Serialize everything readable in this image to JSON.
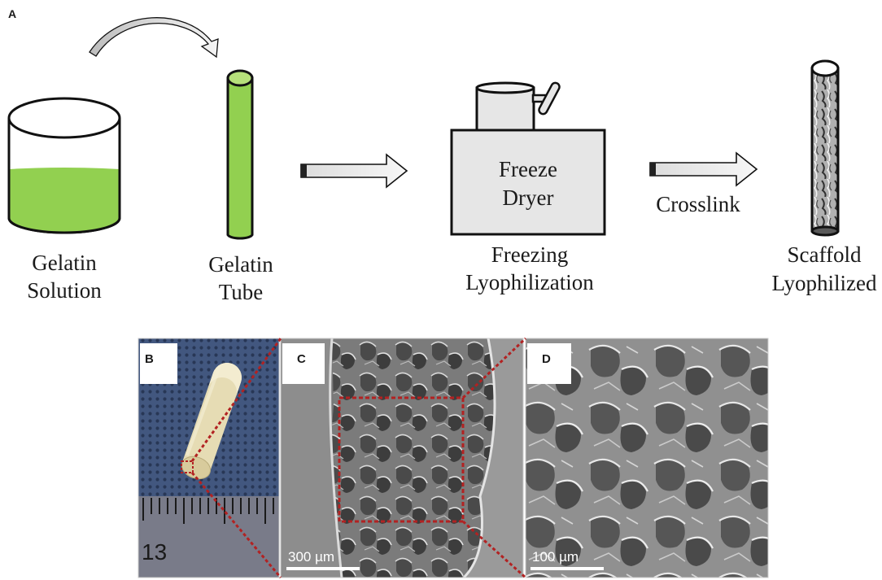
{
  "panel_a": {
    "letter": "A",
    "beaker_label_1": "Gelatin",
    "beaker_label_2": "Solution",
    "tube_label_1": "Gelatin",
    "tube_label_2": "Tube",
    "dryer_text_1": "Freeze",
    "dryer_text_2": "Dryer",
    "dryer_label_1": "Freezing",
    "dryer_label_2": "Lyophilization",
    "crosslink_label": "Crosslink",
    "scaffold_label_1": "Scaffold",
    "scaffold_label_2": "Lyophilized"
  },
  "panel_b": {
    "letter": "B",
    "ruler_number": "13"
  },
  "panel_c": {
    "letter": "C",
    "scale_bar": "300 µm"
  },
  "panel_d": {
    "letter": "D",
    "scale_bar": "100 µm"
  },
  "colors": {
    "gelatin_green": "#92d050",
    "dryer_fill": "#e6e6e6",
    "arrow_fill": "#ececec",
    "zoom_lines": "#b22222"
  }
}
